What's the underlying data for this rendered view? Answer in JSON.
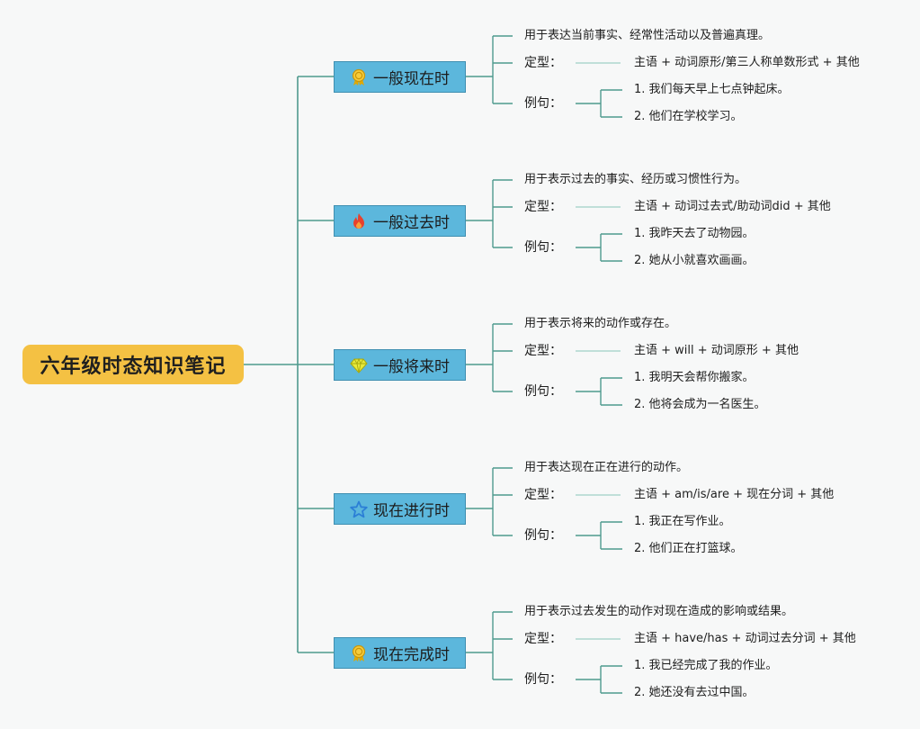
{
  "root": {
    "title": "六年级时态知识笔记"
  },
  "tenses": [
    {
      "name": "一般现在时",
      "icon": "medal-icon",
      "usage": "用于表达当前事实、经常性活动以及普遍真理。",
      "structure_label": "定型：",
      "structure": "主语 + 动词原形/第三人称单数形式 + 其他",
      "examples_label": "例句：",
      "examples": [
        "1. 我们每天早上七点钟起床。",
        "2. 他们在学校学习。"
      ]
    },
    {
      "name": "一般过去时",
      "icon": "fire-icon",
      "usage": "用于表示过去的事实、经历或习惯性行为。",
      "structure_label": "定型：",
      "structure": "主语 + 动词过去式/助动词did + 其他",
      "examples_label": "例句：",
      "examples": [
        "1. 我昨天去了动物园。",
        "2. 她从小就喜欢画画。"
      ]
    },
    {
      "name": "一般将来时",
      "icon": "diamond-icon",
      "usage": "用于表示将来的动作或存在。",
      "structure_label": "定型：",
      "structure": "主语 + will + 动词原形 + 其他",
      "examples_label": "例句：",
      "examples": [
        "1. 我明天会帮你搬家。",
        "2. 他将会成为一名医生。"
      ]
    },
    {
      "name": "现在进行时",
      "icon": "star-icon",
      "usage": "用于表达现在正在进行的动作。",
      "structure_label": "定型：",
      "structure": "主语 + am/is/are + 现在分词 + 其他",
      "examples_label": "例句：",
      "examples": [
        "1. 我正在写作业。",
        "2. 他们正在打篮球。"
      ]
    },
    {
      "name": "现在完成时",
      "icon": "medal-icon",
      "usage": "用于表示过去发生的动作对现在造成的影响或结果。",
      "structure_label": "定型：",
      "structure": "主语 + have/has + 动词过去分词 + 其他",
      "examples_label": "例句：",
      "examples": [
        "1. 我已经完成了我的作业。",
        "2. 她还没有去过中国。"
      ]
    }
  ],
  "colors": {
    "root_bg": "#f4c143",
    "branch_bg": "#5cb7dc",
    "branch_border": "#3f8fb1",
    "connector": "#4f9a8e",
    "leaf_line": "#9fd0c6"
  }
}
